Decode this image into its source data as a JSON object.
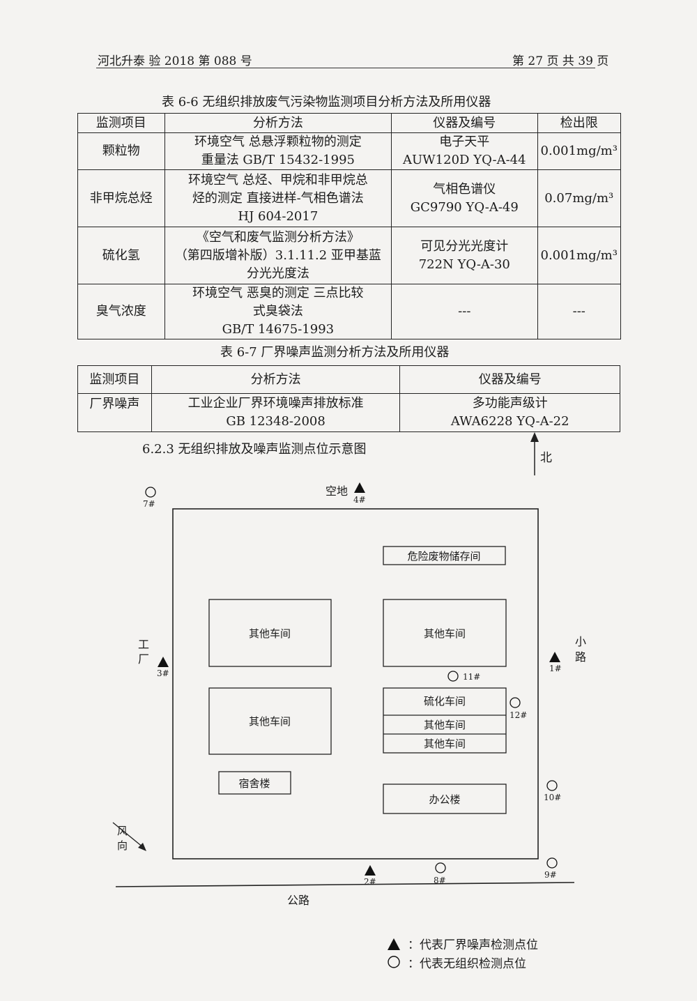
{
  "header": {
    "left": "河北升泰  验 2018 第 088 号",
    "right": "第 27 页  共 39 页"
  },
  "table1": {
    "caption": "表 6-6    无组织排放废气污染物监测项目分析方法及所用仪器",
    "headers": [
      "监测项目",
      "分析方法",
      "仪器及编号",
      "检出限"
    ],
    "rows": [
      {
        "item": "颗粒物",
        "method": [
          "环境空气  总悬浮颗粒物的测定",
          "重量法  GB/T 15432-1995"
        ],
        "instrument": [
          "电子天平",
          "AUW120D YQ-A-44"
        ],
        "limit": "0.001mg/m³"
      },
      {
        "item": "非甲烷总烃",
        "method": [
          "环境空气  总烃、甲烷和非甲烷总",
          "烃的测定  直接进样-气相色谱法",
          "HJ 604-2017"
        ],
        "instrument": [
          "气相色谱仪",
          "GC9790    YQ-A-49"
        ],
        "limit": "0.07mg/m³"
      },
      {
        "item": "硫化氢",
        "method": [
          "《空气和废气监测分析方法》",
          "（第四版增补版）3.1.11.2 亚甲基蓝",
          "分光光度法"
        ],
        "instrument": [
          "可见分光光度计",
          "722N    YQ-A-30"
        ],
        "limit": "0.001mg/m³"
      },
      {
        "item": "臭气浓度",
        "method": [
          "环境空气  恶臭的测定  三点比较",
          "式臭袋法",
          "GB/T 14675-1993"
        ],
        "instrument": [
          "---"
        ],
        "limit": "---"
      }
    ]
  },
  "table2": {
    "caption": "表 6-7    厂界噪声监测分析方法及所用仪器",
    "headers": [
      "监测项目",
      "分析方法",
      "仪器及编号"
    ],
    "rows": [
      {
        "item": "厂界噪声",
        "method": [
          "工业企业厂界环境噪声排放标准",
          "GB 12348-2008"
        ],
        "instrument": [
          "多功能声级计",
          "AWA6228    YQ-A-22"
        ]
      }
    ]
  },
  "section_title": "6.2.3  无组织排放及噪声监测点位示意图",
  "diagram": {
    "north": "北",
    "empty_lot": "空地",
    "factory_left": [
      "工",
      "厂"
    ],
    "road_right": [
      "小",
      "路"
    ],
    "highway": "公路",
    "wind": [
      "风",
      "向"
    ],
    "buildings": {
      "hazard": "危险废物储存间",
      "workshop_tl": "其他车间",
      "workshop_tr": "其他车间",
      "workshop_ml": "其他车间",
      "sulfide": "硫化车间",
      "workshop_r2": "其他车间",
      "workshop_r3": "其他车间",
      "dorm": "宿舍楼",
      "office": "办公楼"
    },
    "points": {
      "p1": "1#",
      "p2": "2#",
      "p3": "3#",
      "p4": "4#",
      "p7": "7#",
      "p8": "8#",
      "p9": "9#",
      "p10": "10#",
      "p11": "11#",
      "p12": "12#"
    }
  },
  "legend": {
    "triangle": "：代表厂界噪声检测点位",
    "circle": "：代表无组织检测点位"
  }
}
